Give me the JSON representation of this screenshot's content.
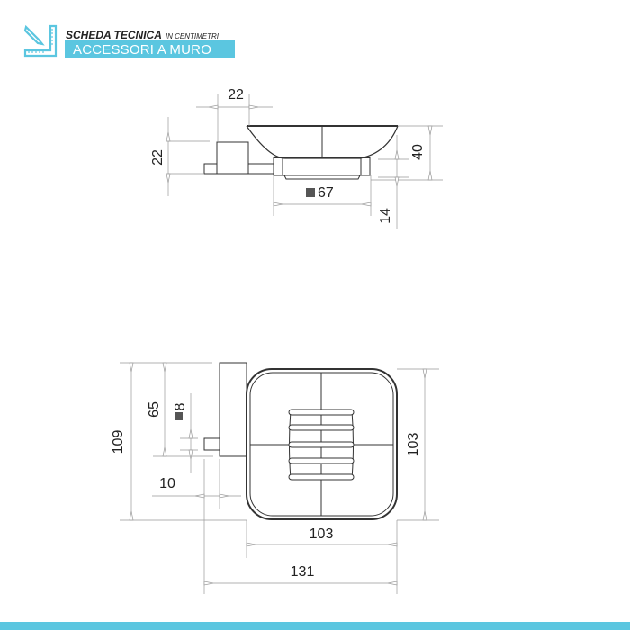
{
  "header": {
    "title": "SCHEDA TECNICA",
    "subtitle": "IN CENTIMETRI",
    "banner": "ACCESSORI A MURO",
    "icon": "pencil-ruler-icon",
    "accent_color": "#5bc6e0"
  },
  "side_view": {
    "dim_top_width": "22",
    "dim_left_height": "22",
    "dim_right_height": "40",
    "dim_base_thickness": "14",
    "dim_base_width": "67",
    "square_symbol": "■"
  },
  "front_view": {
    "dim_total_height": "109",
    "dim_mount_height": "65",
    "dim_bar_size": "8",
    "dim_bar_offset": "10",
    "dim_dish_height": "103",
    "dim_dish_width": "103",
    "dim_total_width": "131",
    "square_symbol": "■"
  },
  "footer": {
    "bar_color": "#5bc6e0"
  }
}
